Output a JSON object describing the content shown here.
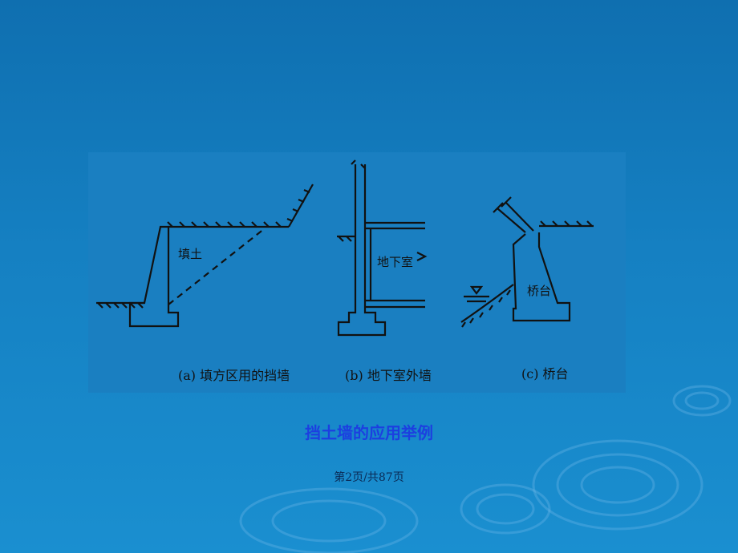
{
  "figure": {
    "panel_a": {
      "label": "(a) 填方区用的挡墙",
      "inner": "填土"
    },
    "panel_b": {
      "label": "(b) 地下室外墙",
      "inner": "地下室"
    },
    "panel_c": {
      "label": "(c) 桥台",
      "inner": "桥台"
    }
  },
  "caption": "挡土墙的应用举例",
  "pager": "第2页/共87页",
  "colors": {
    "background": "#1580c2",
    "caption": "#1c3fe0",
    "ink": "#111111"
  }
}
